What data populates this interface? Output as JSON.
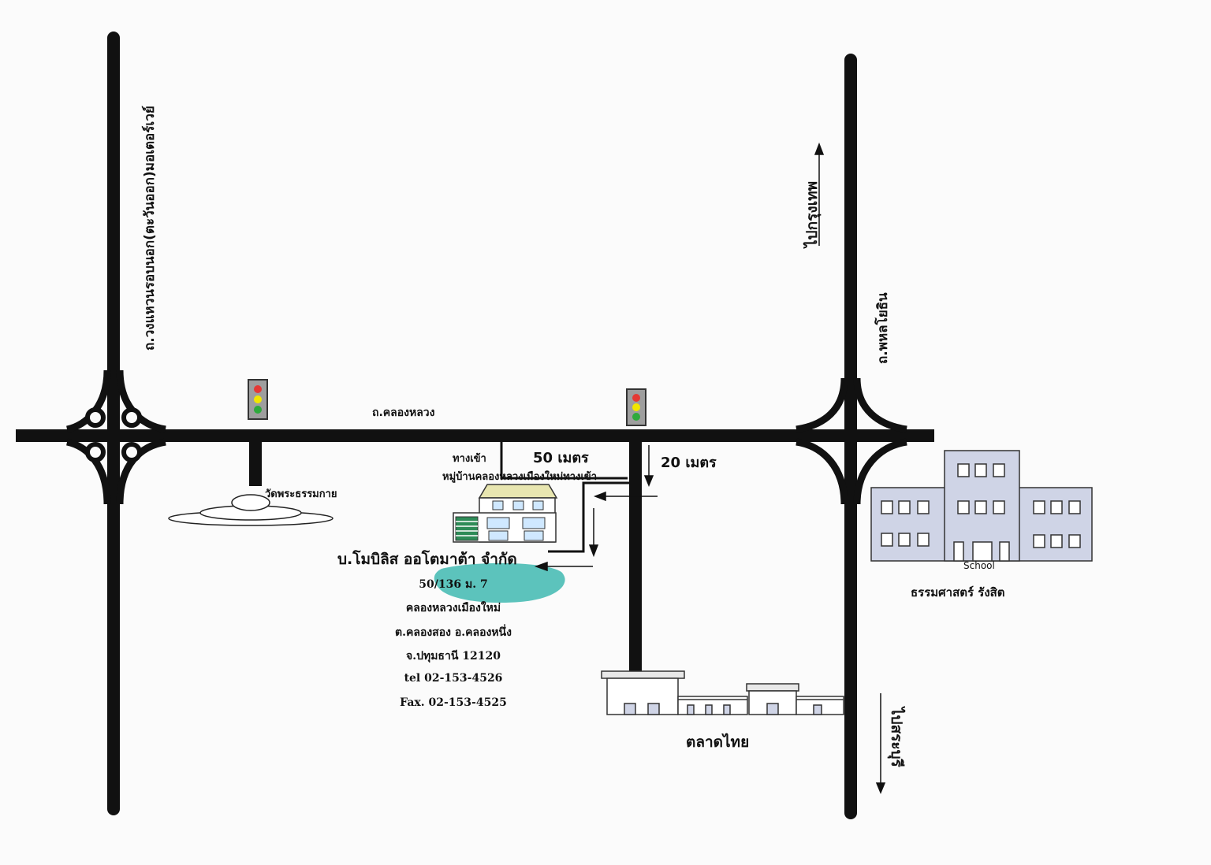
{
  "roads": {
    "outer_ring": "ถ.วงแหวนรอบนอก(ตะวันออก)มอเตอร์เวย์",
    "khlong_luang": "ถ.คลองหลวง",
    "phahonyothin": "ถ.พหลโยธิน"
  },
  "directions": {
    "to_bangkok": "ไปกรุงเทพ",
    "to_saraburi": "ไปสระบุรี"
  },
  "landmarks": {
    "temple": "วัดพระธรรมกาย",
    "market": "ตลาดไทย",
    "school_sign": "School",
    "school_name": "ธรรมศาสตร์ รังสิต"
  },
  "route": {
    "entrance": "ทางเข้า",
    "distance_50": "50 เมตร",
    "distance_20": "20 เมตร",
    "village_entrance": "หมู่บ้านคลองหลวงเมืองใหม่ทางเข้า"
  },
  "company": {
    "name": "บ.โมบิลิส ออโตมาต้า จำกัด",
    "address_lines": [
      "50/136 ม. 7",
      "คลองหลวงเมืองใหม่",
      "ต.คลองสอง อ.คลองหนึ่ง",
      "จ.ปทุมธานี 12120",
      "tel 02-153-4526",
      "Fax. 02-153-4525"
    ]
  },
  "colors": {
    "road": "#111111",
    "building_fill": "#cfd4e6",
    "highlight": "#3fb8b0",
    "light_red": "#e53935",
    "light_yellow": "#f2e600",
    "light_green": "#2eaa3c"
  }
}
